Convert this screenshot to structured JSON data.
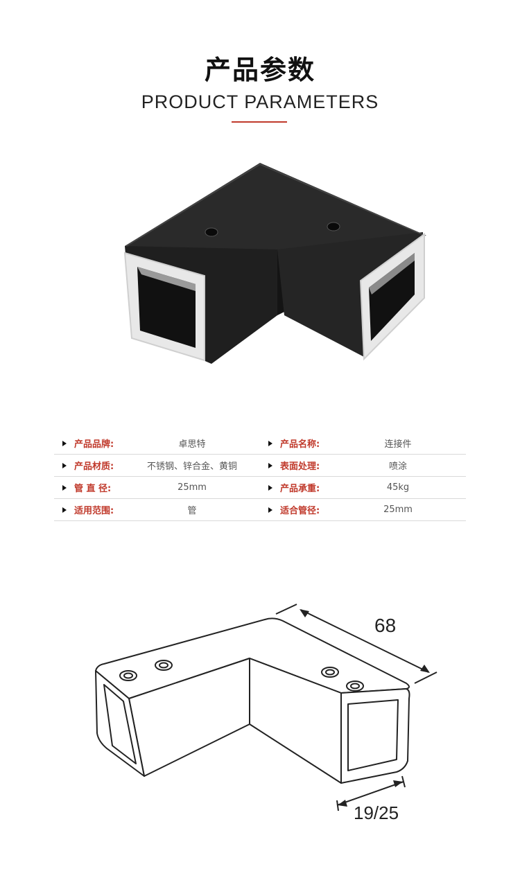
{
  "header": {
    "title_cn": "产品参数",
    "title_en": "PRODUCT PARAMETERS",
    "accent_color": "#c0392b"
  },
  "specs": [
    [
      {
        "label": "产品品牌:",
        "value": "卓思特"
      },
      {
        "label": "产品名称:",
        "value": "连接件"
      }
    ],
    [
      {
        "label": "产品材质:",
        "value": "不锈钢、锌合金、黄铜"
      },
      {
        "label": "表面处理:",
        "value": "喷涂"
      }
    ],
    [
      {
        "label": "管 直 径:",
        "value": "25mm"
      },
      {
        "label": "产品承重:",
        "value": "45kg"
      }
    ],
    [
      {
        "label": "适用范围:",
        "value": "管"
      },
      {
        "label": "适合管径:",
        "value": "25mm"
      }
    ]
  ],
  "drawing": {
    "dim_length": "68",
    "dim_section": "19/25"
  }
}
